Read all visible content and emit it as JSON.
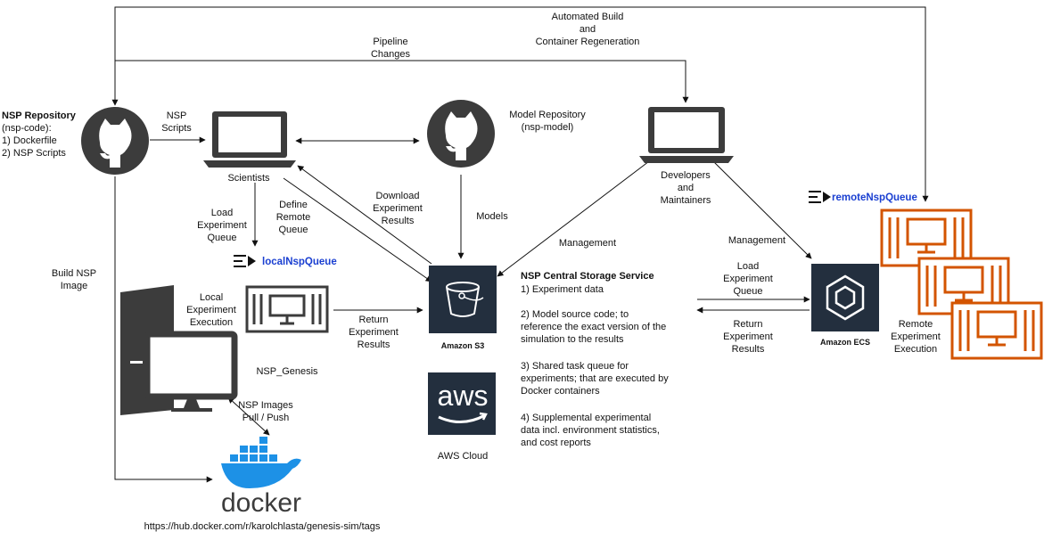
{
  "nsp_repository": {
    "title": "NSP Repository",
    "lines": [
      "(nsp-code):",
      "1) Dockerfile",
      "2) NSP Scripts"
    ]
  },
  "scientists_label": "Scientists",
  "model_repository": [
    "Model Repository",
    "(nsp-model)"
  ],
  "developers_label": [
    "Developers",
    "and",
    "Maintainers"
  ],
  "edge_labels": {
    "automated_build": [
      "Automated Build",
      "and",
      "Container Regeneration"
    ],
    "pipeline_changes": [
      "Pipeline",
      "Changes"
    ],
    "nsp_scripts": [
      "NSP",
      "Scripts"
    ],
    "define_remote_queue": [
      "Define",
      "Remote",
      "Queue"
    ],
    "download_results": [
      "Download",
      "Experiment",
      "Results"
    ],
    "models": "Models",
    "load_queue_local": [
      "Load",
      "Experiment",
      "Queue"
    ],
    "management_left": "Management",
    "management_right": "Management",
    "build_image": [
      "Build NSP",
      "Image"
    ],
    "local_execution": [
      "Local",
      "Experiment",
      "Execution"
    ],
    "return_results_local": [
      "Return",
      "Experiment",
      "Results"
    ],
    "load_queue_remote": [
      "Load",
      "Experiment",
      "Queue"
    ],
    "return_results_remote": [
      "Return",
      "Experiment",
      "Results"
    ],
    "remote_execution": [
      "Remote",
      "Experiment",
      "Execution"
    ],
    "images_pull_push": [
      "NSP Images",
      "Pull / Push"
    ]
  },
  "queues": {
    "local": "localNspQueue",
    "remote": "remoteNspQueue"
  },
  "nsp_genesis_label": "NSP_Genesis",
  "amazon_s3_label": "Amazon S3",
  "amazon_ecs_label": "Amazon ECS",
  "aws_logo_text": "aws",
  "aws_cloud_label": "AWS Cloud",
  "central_storage": {
    "title": "NSP Central Storage Service",
    "item1": [
      "1) Experiment data"
    ],
    "item2": [
      "2) Model source code; to",
      "reference the exact version of the",
      "simulation to the results"
    ],
    "item3": [
      "3) Shared task queue for",
      "experiments; that are executed by",
      "Docker containers"
    ],
    "item4": [
      "4) Supplemental experimental",
      "data incl. environment statistics,",
      "and cost reports"
    ]
  },
  "docker_logo_text": "docker",
  "docker_url": "https://hub.docker.com/r/karolchlasta/genesis-sim/tags",
  "colors": {
    "aws_dark": "#232f3e",
    "orange": "#d35400",
    "docker_blue": "#1d91e6",
    "queue_blue": "#1a3fd1",
    "icon_dark": "#3c3c3c"
  }
}
